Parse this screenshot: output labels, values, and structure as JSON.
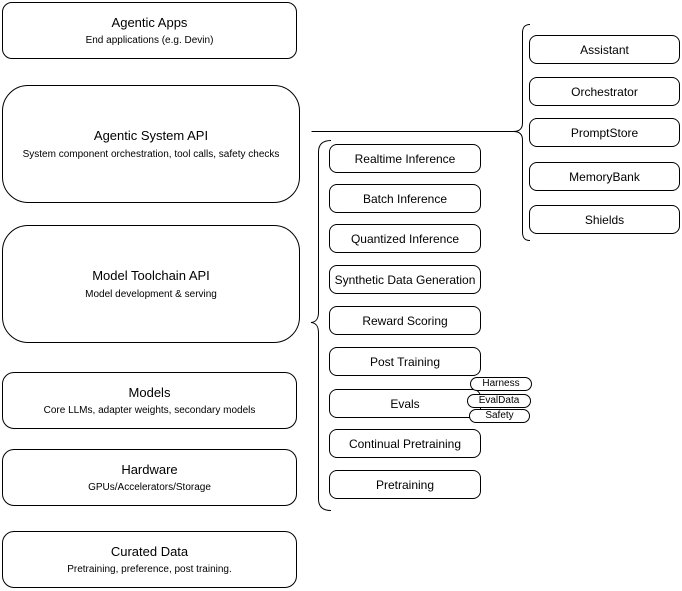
{
  "stack": {
    "layers": [
      {
        "title": "Agentic Apps",
        "subtitle": "End applications (e.g. Devin)"
      },
      {
        "title": "Agentic System API",
        "subtitle": "System component orchestration, tool calls, safety checks"
      },
      {
        "title": "Model Toolchain API",
        "subtitle": "Model development & serving"
      },
      {
        "title": "Models",
        "subtitle": "Core LLMs, adapter weights, secondary models"
      },
      {
        "title": "Hardware",
        "subtitle": "GPUs/Accelerators/Storage"
      },
      {
        "title": "Curated Data",
        "subtitle": "Pretraining, preference, post training."
      }
    ]
  },
  "toolchain": {
    "items": [
      "Realtime Inference",
      "Batch Inference",
      "Quantized Inference",
      "Synthetic Data Generation",
      "Reward Scoring",
      "Post Training",
      "Evals",
      "Continual Pretraining",
      "Pretraining"
    ]
  },
  "evals_tags": [
    "Harness",
    "EvalData",
    "Safety"
  ],
  "agentic_components": [
    "Assistant",
    "Orchestrator",
    "PromptStore",
    "MemoryBank",
    "Shields"
  ],
  "colors": {
    "border": "#000000",
    "background": "#ffffff",
    "line": "#000000"
  }
}
